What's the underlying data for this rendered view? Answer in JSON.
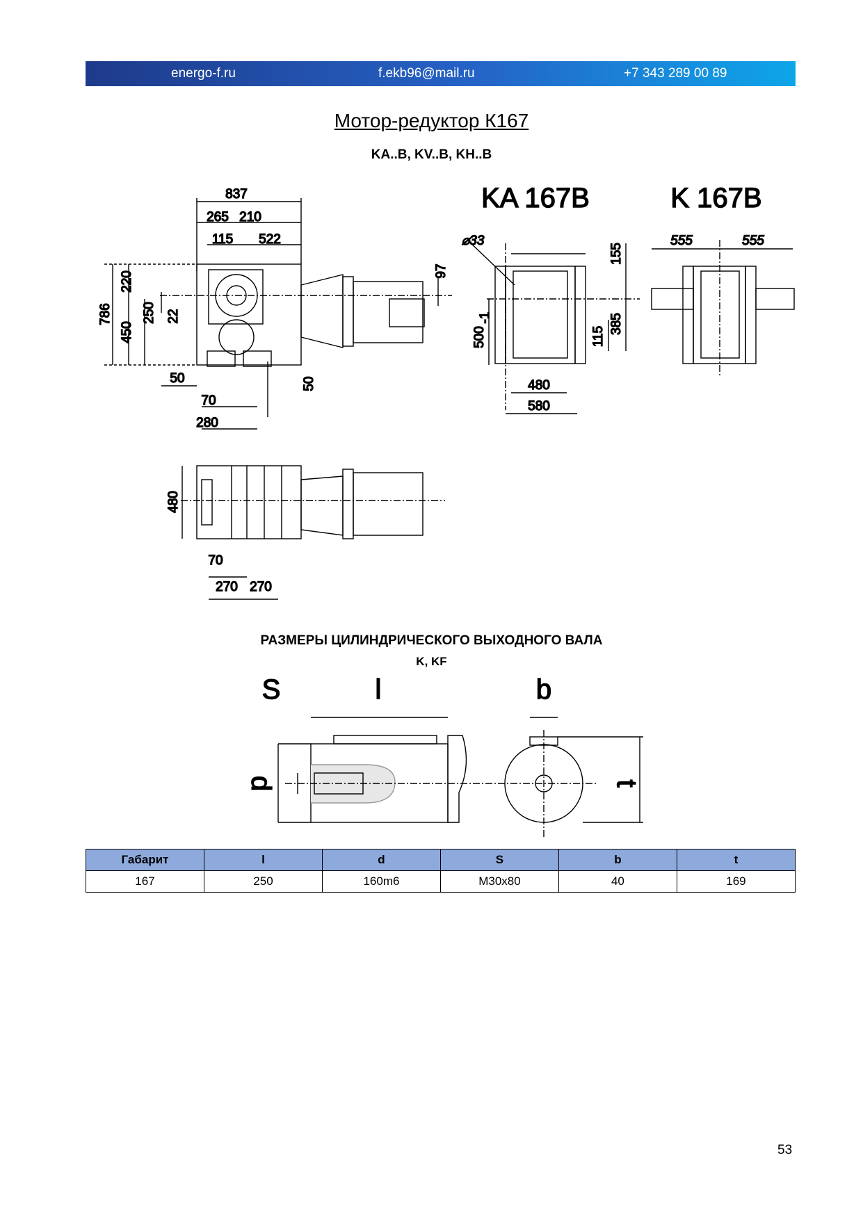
{
  "header": {
    "site": "energo-f.ru",
    "email": "f.ekb96@mail.ru",
    "phone": "+7 343 289 00 89"
  },
  "title": "Мотор-редуктор К167",
  "subtitle": "KA..B, KV..B, KH..B",
  "drawing_labels": {
    "view_a": "KA 167B",
    "view_b": "K 167B",
    "side": {
      "overall": "837",
      "d265": "265",
      "d210": "210",
      "d115": "115",
      "d522": "522",
      "h786": "786",
      "h220": "220",
      "h450": "450",
      "h250": "250",
      "h22": "22",
      "h97": "97",
      "b50": "50",
      "b70": "70",
      "b280": "280",
      "v50": "50"
    },
    "front": {
      "dia": "⌀33",
      "h155": "155",
      "h385": "385",
      "h115": "115",
      "h500": "500",
      "tol": "-1",
      "w480": "480",
      "w580": "580"
    },
    "flange": {
      "l555": "555",
      "r555": "555"
    },
    "top": {
      "h480": "480",
      "d70": "70",
      "d270a": "270",
      "d270b": "270"
    },
    "shaft": {
      "S": "S",
      "l": "l",
      "b": "b",
      "d": "d",
      "t": "t"
    }
  },
  "section": {
    "title": "РАЗМЕРЫ ЦИЛИНДРИЧЕСКОГО ВЫХОДНОГО ВАЛА",
    "sub": "K, KF"
  },
  "table": {
    "headers": [
      "Габарит",
      "l",
      "d",
      "S",
      "b",
      "t"
    ],
    "rows": [
      [
        "167",
        "250",
        "160m6",
        "M30x80",
        "40",
        "169"
      ]
    ]
  },
  "page_number": "53"
}
